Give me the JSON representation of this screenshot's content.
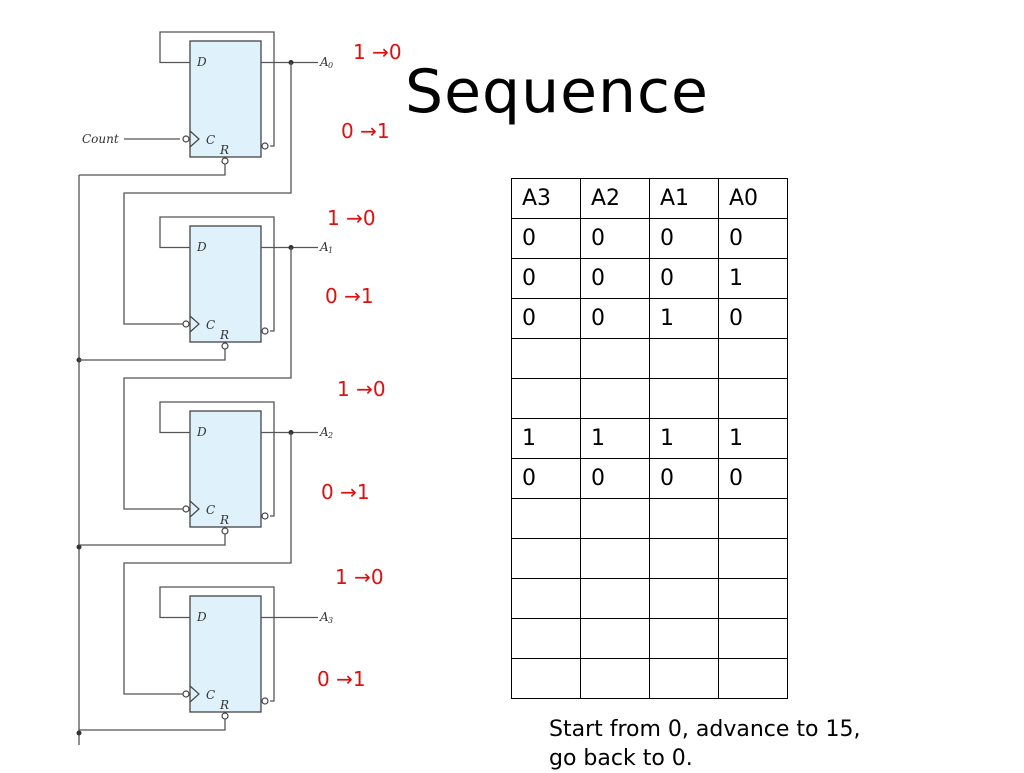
{
  "title": "Sequence",
  "circuit": {
    "input_label": "Count",
    "flipflops": [
      {
        "name": "A0",
        "out": "A",
        "sub": "0",
        "d": "D",
        "c": "C",
        "r": "R",
        "top_transition": "1 →0",
        "bottom_transition": "0 →1"
      },
      {
        "name": "A1",
        "out": "A",
        "sub": "1",
        "d": "D",
        "c": "C",
        "r": "R",
        "top_transition": "1 →0",
        "bottom_transition": "0 →1"
      },
      {
        "name": "A2",
        "out": "A",
        "sub": "2",
        "d": "D",
        "c": "C",
        "r": "R",
        "top_transition": "1 →0",
        "bottom_transition": "0 →1"
      },
      {
        "name": "A3",
        "out": "A",
        "sub": "3",
        "d": "D",
        "c": "C",
        "r": "R",
        "top_transition": "1 →0",
        "bottom_transition": "0 →1"
      }
    ]
  },
  "table": {
    "headers": [
      "A3",
      "A2",
      "A1",
      "A0"
    ],
    "rows": [
      [
        "0",
        "0",
        "0",
        "0"
      ],
      [
        "0",
        "0",
        "0",
        "1"
      ],
      [
        "0",
        "0",
        "1",
        "0"
      ],
      [
        "",
        "",
        "",
        ""
      ],
      [
        "",
        "",
        "",
        ""
      ],
      [
        "1",
        "1",
        "1",
        "1"
      ],
      [
        "0",
        "0",
        "0",
        "0"
      ],
      [
        "",
        "",
        "",
        ""
      ],
      [
        "",
        "",
        "",
        ""
      ],
      [
        "",
        "",
        "",
        ""
      ],
      [
        "",
        "",
        "",
        ""
      ],
      [
        "",
        "",
        "",
        ""
      ]
    ]
  },
  "note": "Start from 0, advance to 15, go back to 0."
}
